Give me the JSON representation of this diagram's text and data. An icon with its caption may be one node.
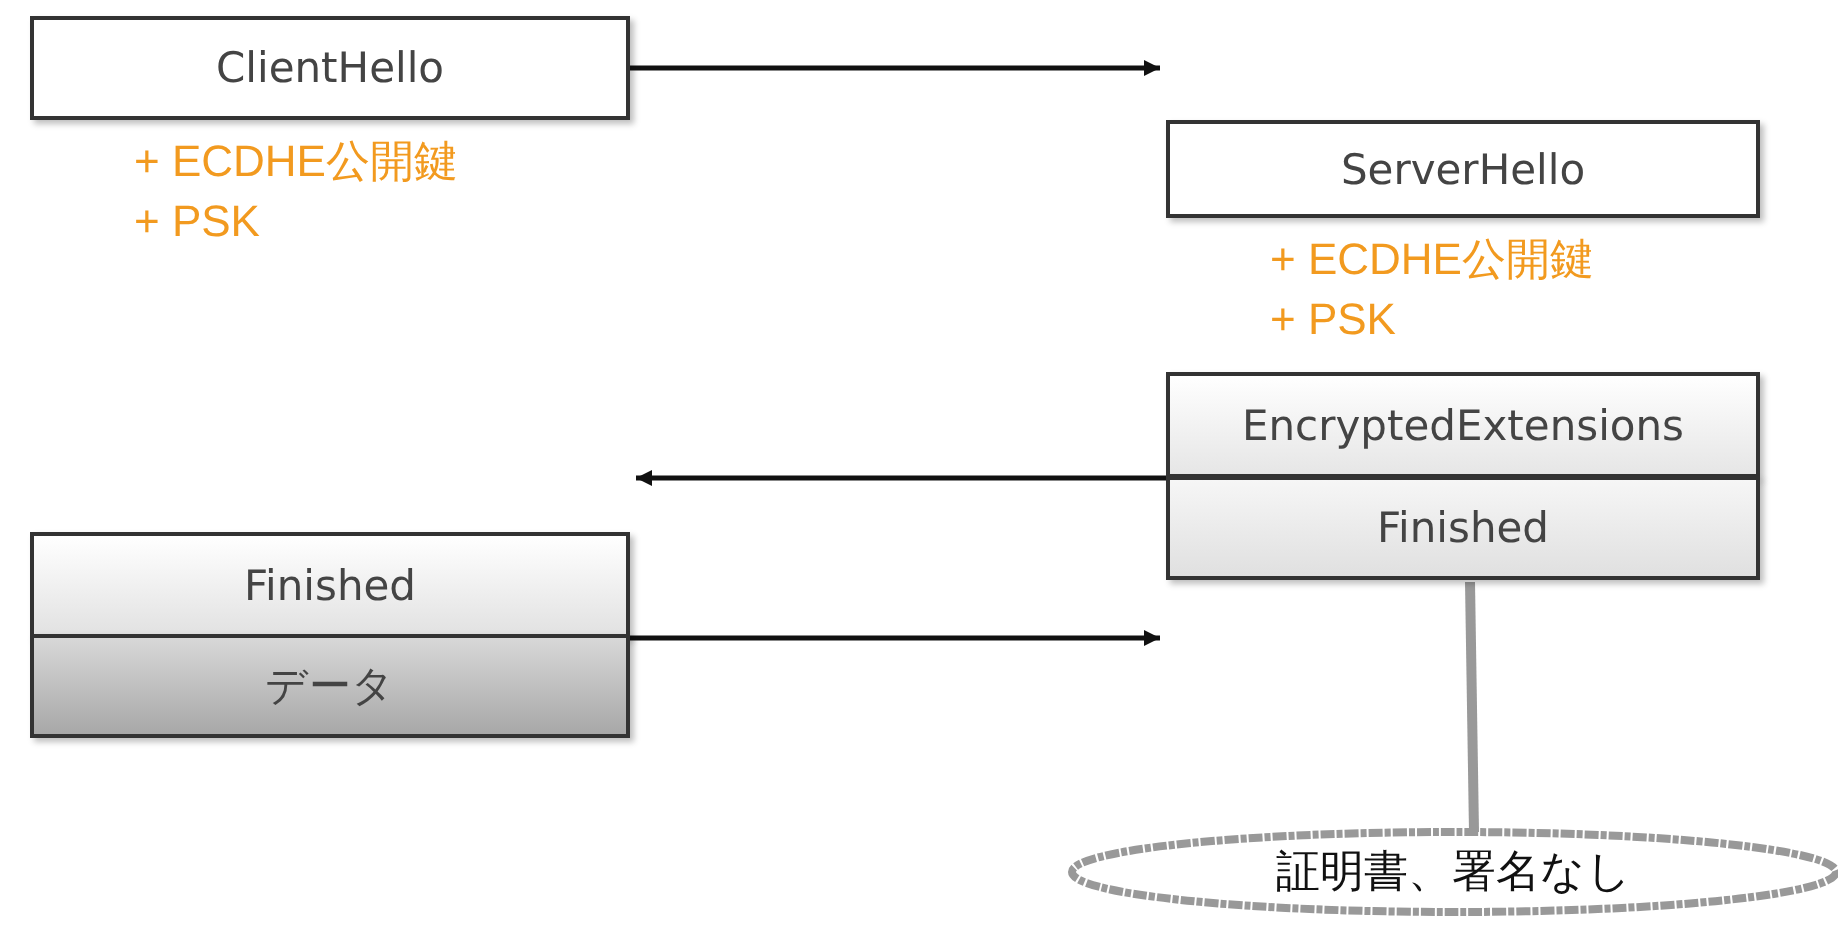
{
  "diagram": {
    "nodes": [
      {
        "text": [
          "ClientHello"
        ],
        "beside": [
          "+ ECDHE公開鍵",
          "+ PSK"
        ]
      },
      {
        "text": [
          "ServerHello"
        ],
        "beside": [
          "+ ECDHE公開鍵",
          "+ PSK"
        ]
      },
      {
        "text": [
          "EncryptedExtensions"
        ]
      },
      {
        "text": [
          "Finished"
        ]
      },
      {
        "text": [
          "Finished"
        ]
      },
      {
        "text": [
          "データ"
        ]
      },
      {
        "text": [
          "証明書、署名なし"
        ]
      }
    ],
    "edges": [
      {
        "from": 0,
        "to": 1,
        "arrow": "to"
      },
      {
        "from": 2,
        "to": 4,
        "arrow": "to"
      },
      {
        "from": 4,
        "to": 3,
        "arrow": "to"
      },
      {
        "from": 6,
        "to": 3,
        "arrow": "none",
        "style": "thick",
        "color": "#999999"
      }
    ]
  }
}
